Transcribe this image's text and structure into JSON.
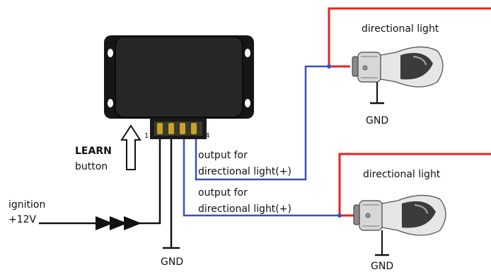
{
  "device": {
    "pin_first": "1",
    "pin_last": "4"
  },
  "learn": {
    "title": "LEARN",
    "sub": "button"
  },
  "ignition": {
    "line1": "ignition",
    "line2": "+12V"
  },
  "outputs": [
    {
      "line1": "output for",
      "line2": "directional light(+)"
    },
    {
      "line1": "output for",
      "line2": "directional light(+)"
    }
  ],
  "lights": [
    {
      "label": "directional light",
      "gnd": "GND"
    },
    {
      "label": "directional light",
      "gnd": "GND"
    }
  ],
  "device_gnd": "GND",
  "colors": {
    "positive_wire": "#e8231f",
    "output_wire": "#3a4fb5",
    "device_body": "#161616"
  }
}
